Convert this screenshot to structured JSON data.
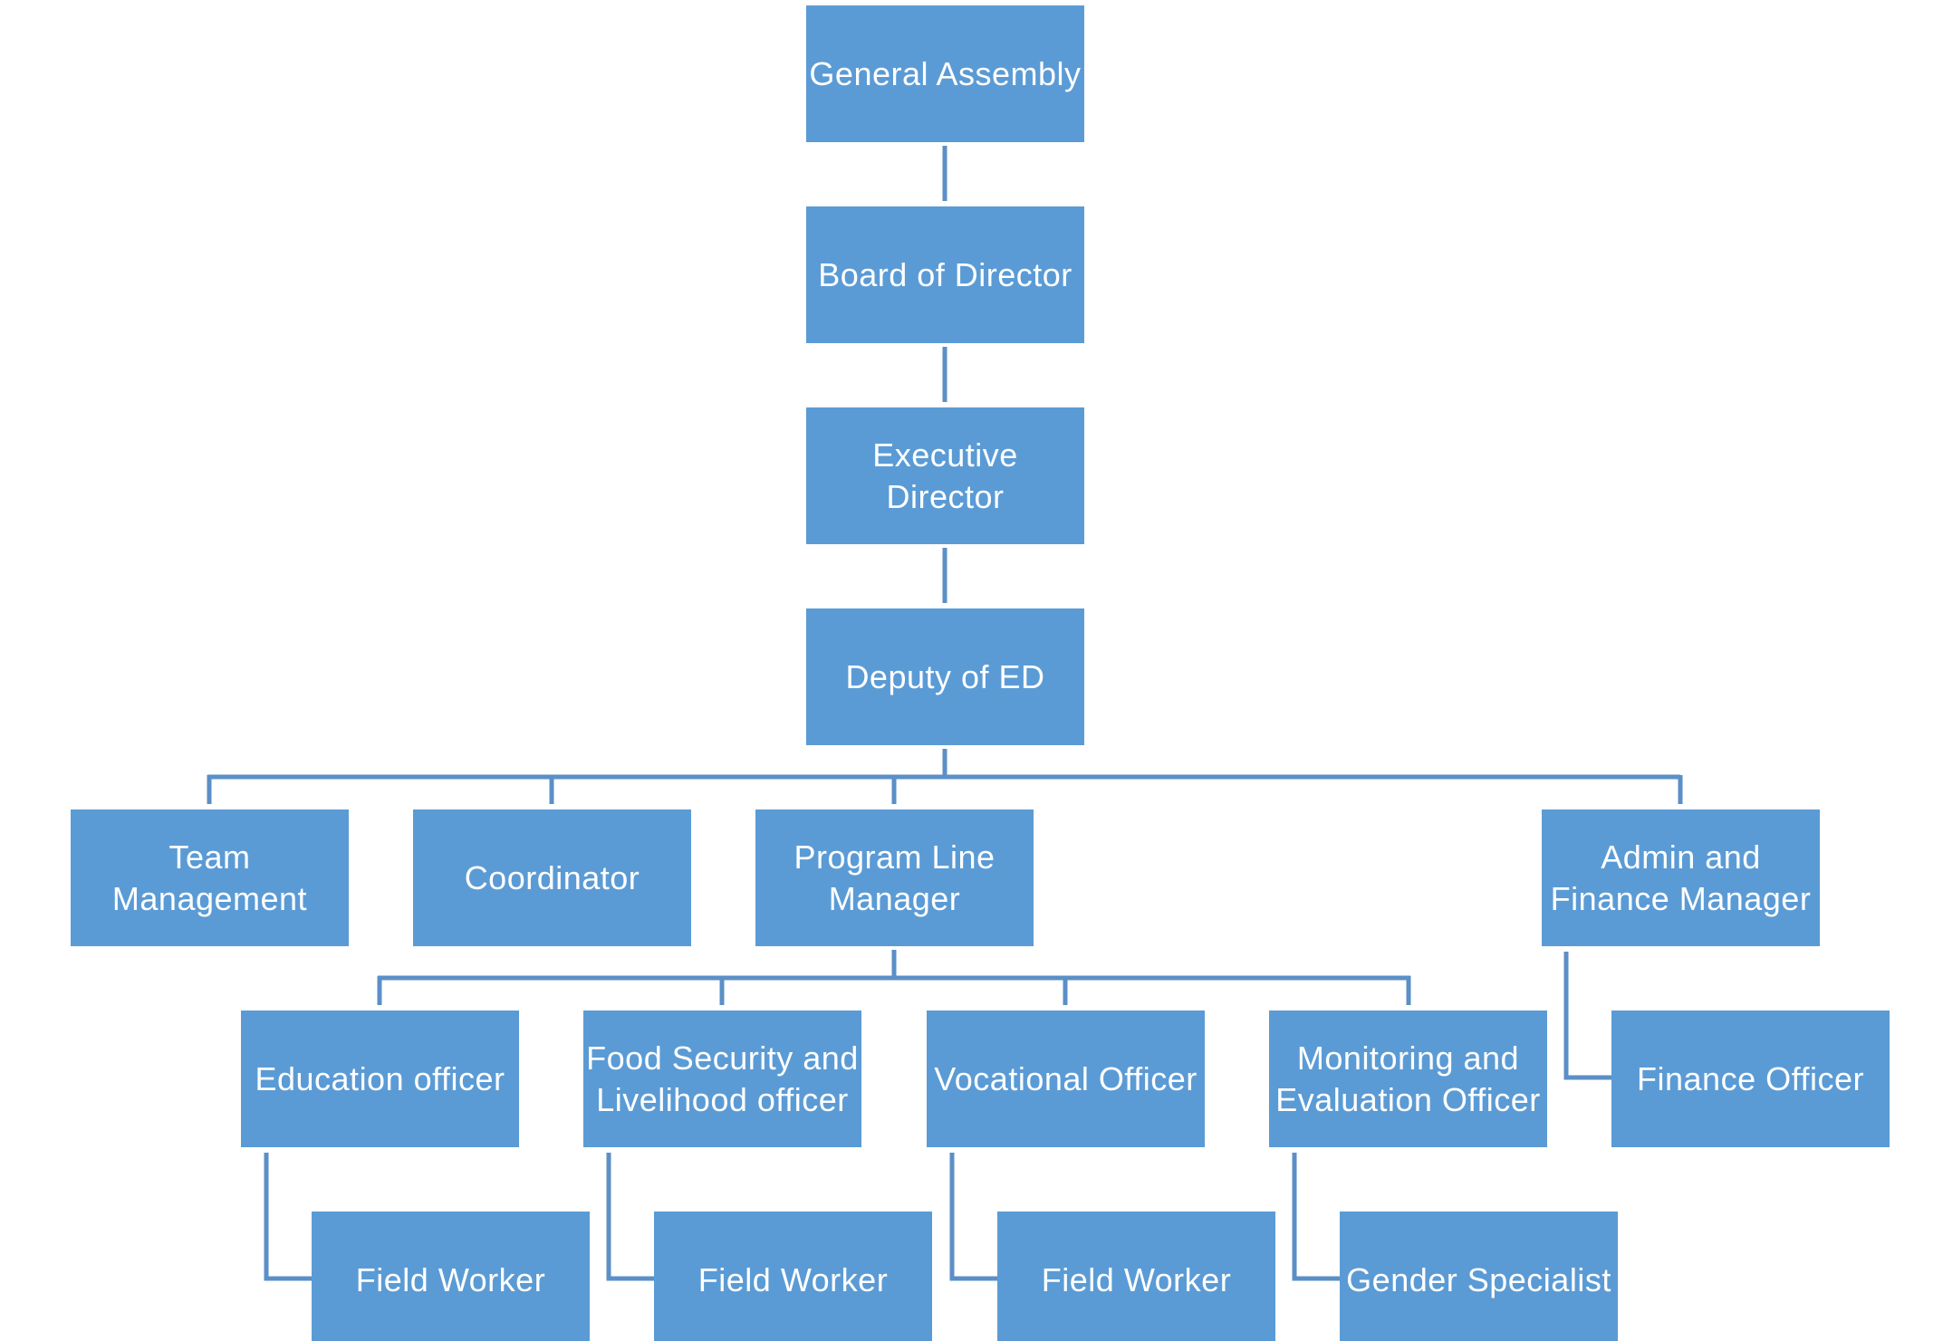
{
  "org_chart": {
    "nodes": {
      "general_assembly": "General Assembly",
      "board_of_director": "Board of Director",
      "executive_director": "Executive\nDirector",
      "deputy_of_ed": "Deputy of ED",
      "team_management": "Team\nManagement",
      "coordinator": "Coordinator",
      "program_line_manager": "Program Line\nManager",
      "admin_finance_manager": "Admin and\nFinance  Manager",
      "education_officer": "Education officer",
      "food_security_officer": "Food Security and\nLivelihood officer",
      "vocational_officer": "Vocational Officer",
      "monitoring_evaluation_officer": "Monitoring and\nEvaluation Officer",
      "finance_officer": "Finance Officer",
      "field_worker_education": "Field Worker",
      "field_worker_food_security": "Field Worker",
      "field_worker_vocational": "Field Worker",
      "gender_specialist": "Gender Specialist"
    }
  }
}
